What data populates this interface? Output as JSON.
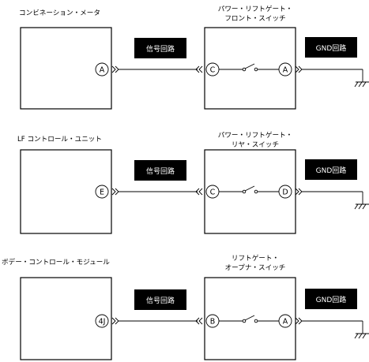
{
  "rows": [
    {
      "left_title": "コンビネーション・メータ",
      "switch_title": [
        "パワー・リフトゲート・",
        "フロント・スイッチ"
      ],
      "signal_label": "信号回路",
      "gnd_label": "GND回路",
      "left_pin": "A",
      "switch_in_pin": "C",
      "switch_out_pin": "A"
    },
    {
      "left_title": "LF コントロール・ユニット",
      "switch_title": [
        "パワー・リフトゲート・",
        "リヤ・スイッチ"
      ],
      "signal_label": "信号回路",
      "gnd_label": "GND回路",
      "left_pin": "E",
      "switch_in_pin": "C",
      "switch_out_pin": "D"
    },
    {
      "left_title": "ボデー・コントロール・モジュール",
      "switch_title": [
        "リフトゲート・",
        "オープナ・スイッチ"
      ],
      "signal_label": "信号回路",
      "gnd_label": "GND回路",
      "left_pin": "4J",
      "switch_in_pin": "B",
      "switch_out_pin": "A"
    }
  ]
}
